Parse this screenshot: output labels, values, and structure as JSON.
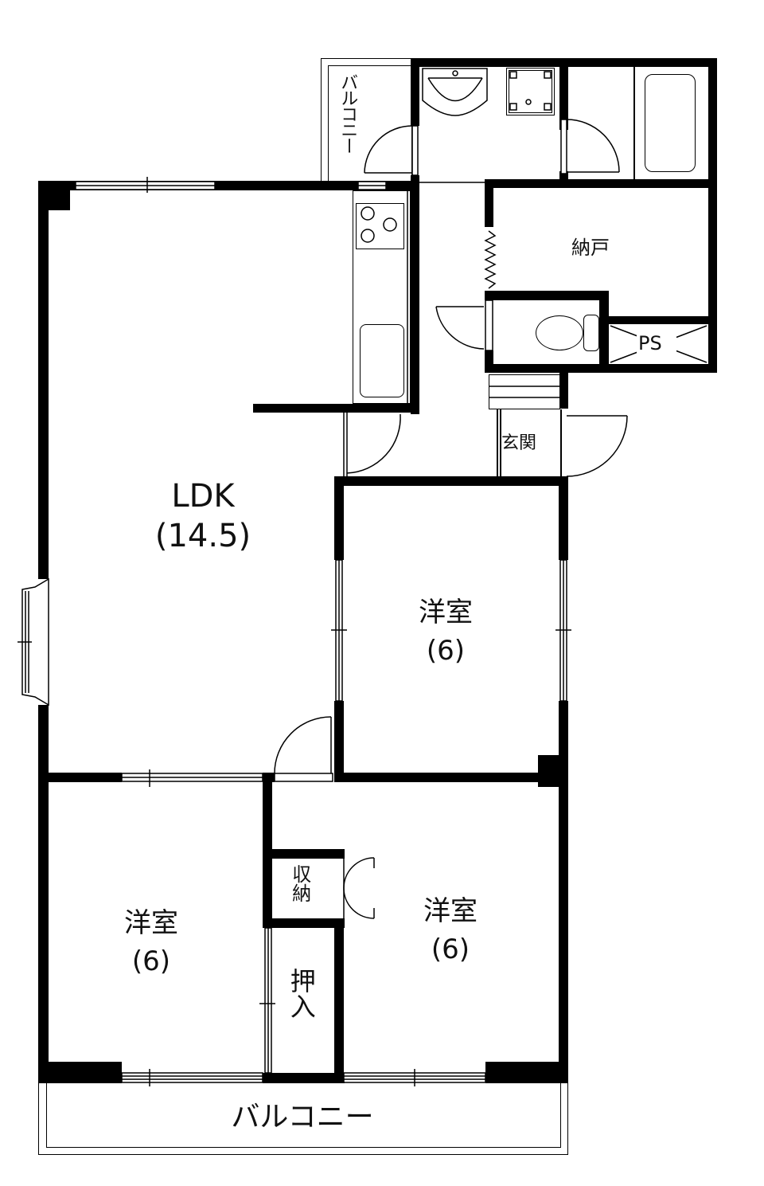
{
  "floorplan": {
    "rooms": {
      "ldk": {
        "name": "LDK",
        "size": "(14.5)"
      },
      "western_room_center": {
        "name": "洋室",
        "size": "(6)"
      },
      "western_room_left": {
        "name": "洋室",
        "size": "(6)"
      },
      "western_room_right": {
        "name": "洋室",
        "size": "(6)"
      },
      "storage_closet": {
        "name": "収納"
      },
      "oshiire": {
        "name": "押入"
      },
      "nando": {
        "name": "納戸"
      },
      "ps": {
        "name": "PS"
      },
      "entrance": {
        "name": "玄関"
      },
      "balcony_small": {
        "name": "バルコニー"
      },
      "balcony_main": {
        "name": "バルコニー"
      }
    },
    "fixtures": [
      "washbasin",
      "washing-machine-pan",
      "bathtub",
      "toilet",
      "kitchen-stove",
      "kitchen-sink"
    ],
    "colors": {
      "wall": "#000000",
      "background": "#ffffff"
    }
  }
}
